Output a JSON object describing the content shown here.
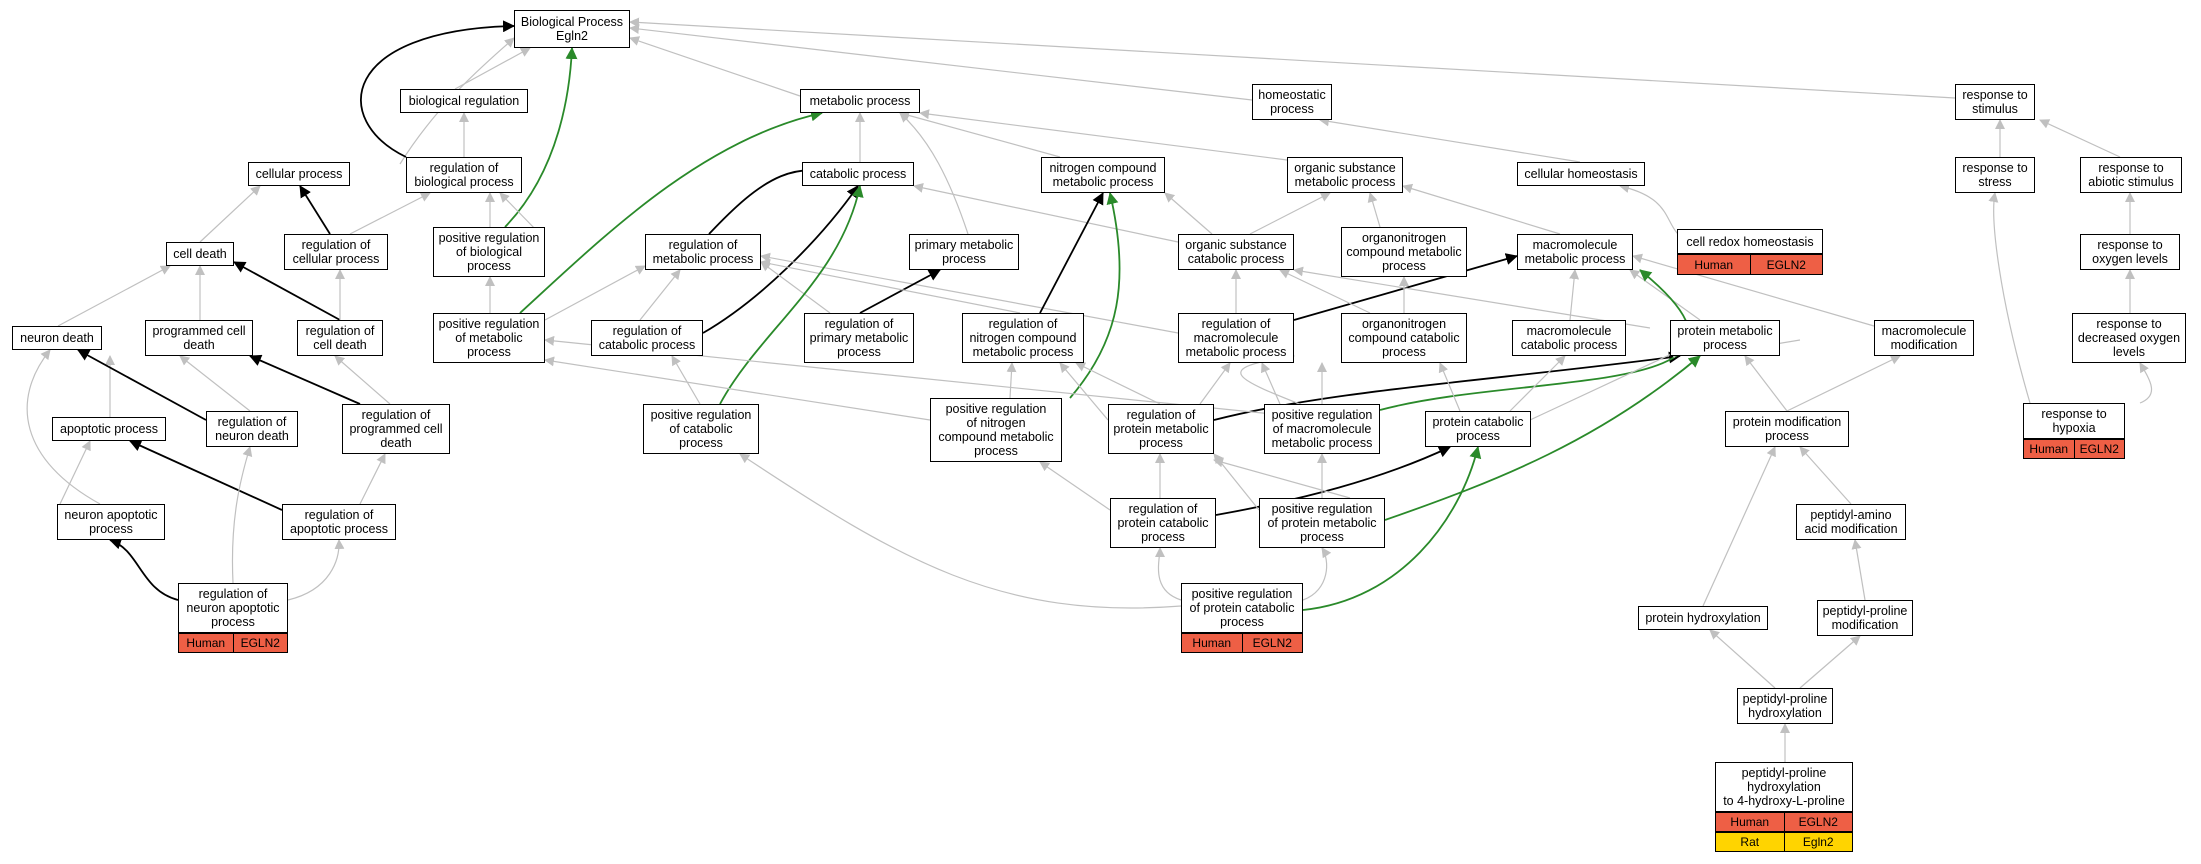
{
  "colors": {
    "gray_edge": "#c0c0c0",
    "black_edge": "#000000",
    "green_edge": "#2a8a2a",
    "human": "#ee5f45",
    "rat": "#ffd400"
  },
  "nodes": {
    "bp": "Biological Process\nEgln2",
    "metabolic": "metabolic process",
    "homeostatic": "homeostatic\nprocess",
    "resp_stimulus": "response to\nstimulus",
    "bio_reg": "biological regulation",
    "cellular_proc": "cellular process",
    "reg_bio": "regulation of\nbiological process",
    "catabolic": "catabolic process",
    "nitrogen": "nitrogen compound\nmetabolic process",
    "org_sub": "organic substance\nmetabolic process",
    "cell_homeo": "cellular homeostasis",
    "resp_stress": "response to\nstress",
    "resp_abiotic": "response to\nabiotic stimulus",
    "cell_death": "cell death",
    "reg_cellular": "regulation of\ncellular process",
    "pos_reg_bio": "positive regulation\nof biological\nprocess",
    "reg_metab": "regulation of\nmetabolic process",
    "primary_metab": "primary metabolic\nprocess",
    "org_sub_cat": "organic substance\ncatabolic process",
    "organonitrogen": "organonitrogen\ncompound metabolic\nprocess",
    "macromol_metab": "macromolecule\nmetabolic process",
    "cell_redox": "cell redox homeostasis",
    "resp_oxygen": "response to\noxygen levels",
    "neuron_death": "neuron death",
    "prog_cell_death": "programmed cell\ndeath",
    "reg_cell_death": "regulation of\ncell death",
    "pos_reg_metab": "positive regulation\nof metabolic\nprocess",
    "reg_catab": "regulation of\ncatabolic process",
    "reg_primary": "regulation of\nprimary metabolic\nprocess",
    "reg_nitrogen": "regulation of\nnitrogen compound\nmetabolic process",
    "reg_macromol": "regulation of\nmacromolecule\nmetabolic process",
    "organonitrogen_cat": "organonitrogen\ncompound catabolic\nprocess",
    "macromol_cat": "macromolecule\ncatabolic process",
    "protein_metab": "protein metabolic\nprocess",
    "macromol_mod": "macromolecule\nmodification",
    "resp_dec_oxygen": "response to\ndecreased oxygen\nlevels",
    "apoptotic": "apoptotic process",
    "reg_neuron_death": "regulation of\nneuron death",
    "reg_prog_death": "regulation of\nprogrammed cell\ndeath",
    "pos_reg_catab": "positive regulation\nof catabolic\nprocess",
    "pos_reg_nitrogen": "positive regulation\nof nitrogen\ncompound metabolic\nprocess",
    "reg_protein_metab": "regulation of\nprotein metabolic\nprocess",
    "pos_reg_macromol": "positive regulation\nof macromolecule\nmetabolic process",
    "protein_catab": "protein catabolic\nprocess",
    "protein_mod": "protein modification\nprocess",
    "resp_hypoxia": "response to\nhypoxia",
    "neuron_apop": "neuron apoptotic\nprocess",
    "reg_apop": "regulation of\napoptotic process",
    "reg_protein_catab": "regulation of\nprotein catabolic\nprocess",
    "pos_reg_protein_metab": "positive regulation\nof protein metabolic\nprocess",
    "peptidyl_amino": "peptidyl-amino\nacid modification",
    "reg_neuron_apop": "regulation of\nneuron apoptotic\nprocess",
    "pos_reg_protein_catab": "positive regulation\nof protein catabolic\nprocess",
    "protein_hydrox": "protein hydroxylation",
    "peptidyl_proline_mod": "peptidyl-proline\nmodification",
    "peptidyl_proline_hydrox": "peptidyl-proline\nhydroxylation",
    "peptidyl_proline_4": "peptidyl-proline\nhydroxylation\nto 4-hydroxy-L-proline"
  },
  "annotations": {
    "cell_redox": [
      [
        "Human",
        "EGLN2"
      ]
    ],
    "resp_hypoxia": [
      [
        "Human",
        "EGLN2"
      ]
    ],
    "reg_neuron_apop": [
      [
        "Human",
        "EGLN2"
      ]
    ],
    "pos_reg_protein_catab": [
      [
        "Human",
        "EGLN2"
      ]
    ],
    "peptidyl_proline_4": [
      [
        "Human",
        "EGLN2"
      ],
      [
        "Rat",
        "Egln2"
      ]
    ]
  }
}
